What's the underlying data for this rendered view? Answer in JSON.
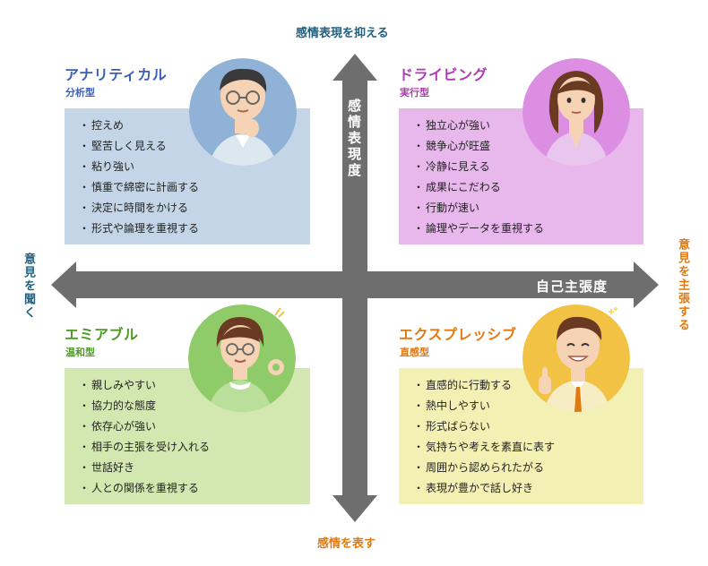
{
  "axes": {
    "top": "感情表現を抑える",
    "bottom": "感情を表す",
    "left": "意見を聞く",
    "right": "意見を主張する",
    "vertical_name": "感情表現度",
    "horizontal_name": "自己主張度"
  },
  "quadrants": {
    "analytical": {
      "title": "アナリティカル",
      "subtitle": "分析型",
      "items": [
        "控えめ",
        "堅苦しく見える",
        "粘り強い",
        "慎重で綿密に計画する",
        "決定に時間をかける",
        "形式や論理を重視する"
      ]
    },
    "driving": {
      "title": "ドライビング",
      "subtitle": "実行型",
      "items": [
        "独立心が強い",
        "競争心が旺盛",
        "冷静に見える",
        "成果にこだわる",
        "行動が速い",
        "論理やデータを重視する"
      ]
    },
    "amiable": {
      "title": "エミアブル",
      "subtitle": "温和型",
      "items": [
        "親しみやすい",
        "協力的な態度",
        "依存心が強い",
        "相手の主張を受け入れる",
        "世話好き",
        "人との関係を重視する"
      ]
    },
    "expressive": {
      "title": "エクスプレッシブ",
      "subtitle": "直感型",
      "items": [
        "直感的に行動する",
        "熱中しやすい",
        "形式ばらない",
        "気持ちや考えを素直に表す",
        "周囲から認められたがる",
        "表現が豊かで話し好き"
      ]
    }
  },
  "colors": {
    "analytical_title": "#3a5fb5",
    "analytical_box": "#c3d5e6",
    "analytical_circle": "#8fb2d6",
    "driving_title": "#b03ab6",
    "driving_box": "#e8b7ec",
    "driving_circle": "#dc8ee2",
    "amiable_title": "#4e9a28",
    "amiable_box": "#d3e8b0",
    "amiable_circle": "#8fcb68",
    "expressive_title": "#e07a10",
    "expressive_box": "#f3f0b3",
    "expressive_circle": "#f2c244",
    "axis_blue": "#1e6080",
    "axis_orange": "#e07a10",
    "arrow": "#6e6e6e"
  }
}
